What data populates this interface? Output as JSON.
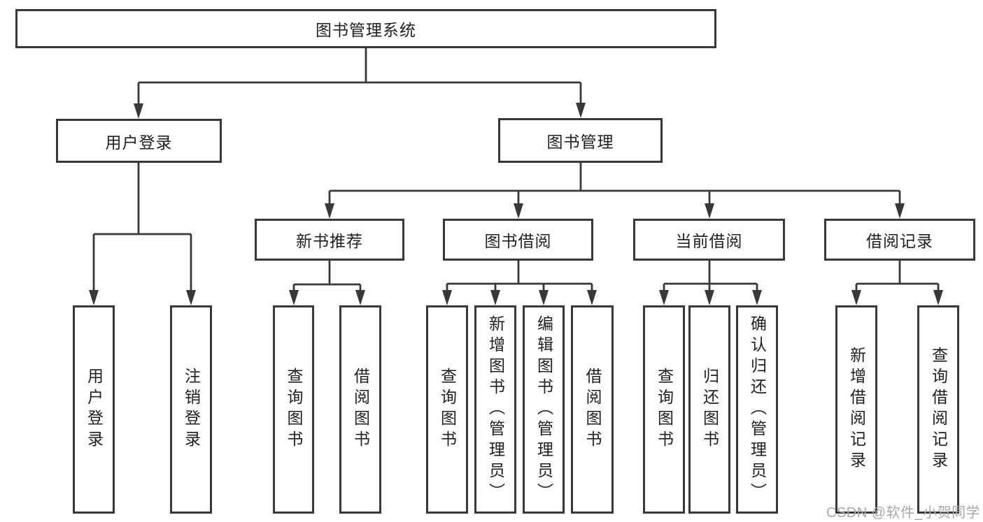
{
  "diagram": {
    "root": {
      "label": "图书管理系统"
    },
    "level2": [
      {
        "label": "用户登录"
      },
      {
        "label": "图书管理"
      }
    ],
    "level3": [
      {
        "label": "新书推荐"
      },
      {
        "label": "图书借阅"
      },
      {
        "label": "当前借阅"
      },
      {
        "label": "借阅记录"
      }
    ],
    "leaves": [
      {
        "label": "用户登录"
      },
      {
        "label": "注销登录"
      },
      {
        "label": "查询图书"
      },
      {
        "label": "借阅图书"
      },
      {
        "label": "查询图书"
      },
      {
        "label": "新增图书（管理员）"
      },
      {
        "label": "编辑图书（管理员）"
      },
      {
        "label": "借阅图书"
      },
      {
        "label": "查询图书"
      },
      {
        "label": "归还图书"
      },
      {
        "label": "确认归还（管理员）"
      },
      {
        "label": "新增借阅记录"
      },
      {
        "label": "查询借阅记录"
      }
    ]
  },
  "watermark": {
    "text": "CSDN @软件_小贺同学"
  },
  "colors": {
    "line": "#383838",
    "box_border": "#383838",
    "text": "#1f1f1f",
    "background": "#ffffff",
    "watermark": "#a8a8a8"
  }
}
